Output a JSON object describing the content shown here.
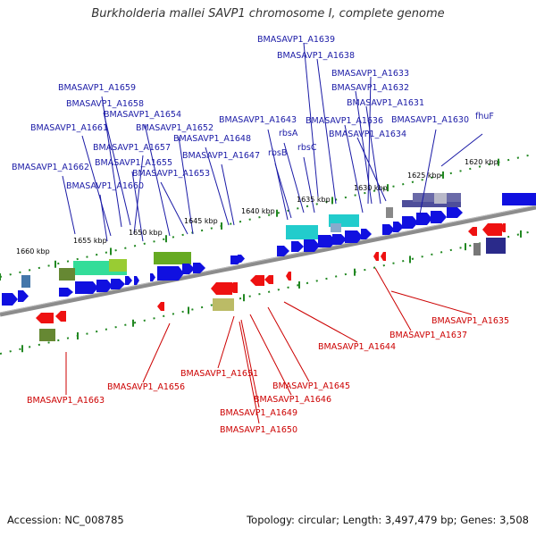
{
  "title": "Burkholderia mallei SAVP1 chromosome I, complete genome",
  "accession": "Accession: NC_008785",
  "summary": "Topology: circular; Length: 3,497,479 bp; Genes: 3,508",
  "colors": {
    "forward_label": "#1a1aa6",
    "reverse_label": "#cc0000",
    "forward_gene": "#1010e0",
    "reverse_gene": "#ee1111",
    "backbone": "#888888",
    "ruler": "#228822"
  },
  "scale_ticks": [
    "1660 kbp",
    "1655 kbp",
    "1650 kbp",
    "1645 kbp",
    "1640 kbp",
    "1635 kbp",
    "1630 kbp",
    "1625 kbp",
    "1620 kbp"
  ],
  "forward_labels": [
    "BMASAVP1_A1639",
    "BMASAVP1_A1638",
    "BMASAVP1_A1633",
    "BMASAVP1_A1632",
    "BMASAVP1_A1631",
    "BMASAVP1_A1630",
    "fhuF",
    "BMASAVP1_A1634",
    "BMASAVP1_A1636",
    "BMASAVP1_A1643",
    "rbsA",
    "rbsC",
    "rbsB",
    "BMASAVP1_A1659",
    "BMASAVP1_A1658",
    "BMASAVP1_A1654",
    "BMASAVP1_A1652",
    "BMASAVP1_A1661",
    "BMASAVP1_A1657",
    "BMASAVP1_A1648",
    "BMASAVP1_A1647",
    "BMASAVP1_A1655",
    "BMASAVP1_A1662",
    "BMASAVP1_A1653",
    "BMASAVP1_A1660"
  ],
  "reverse_labels": [
    "BMASAVP1_A1635",
    "BMASAVP1_A1637",
    "BMASAVP1_A1644",
    "BMASAVP1_A1651",
    "BMASAVP1_A1656",
    "BMASAVP1_A1645",
    "BMASAVP1_A1663",
    "BMASAVP1_A1646",
    "BMASAVP1_A1649",
    "BMASAVP1_A1650"
  ]
}
